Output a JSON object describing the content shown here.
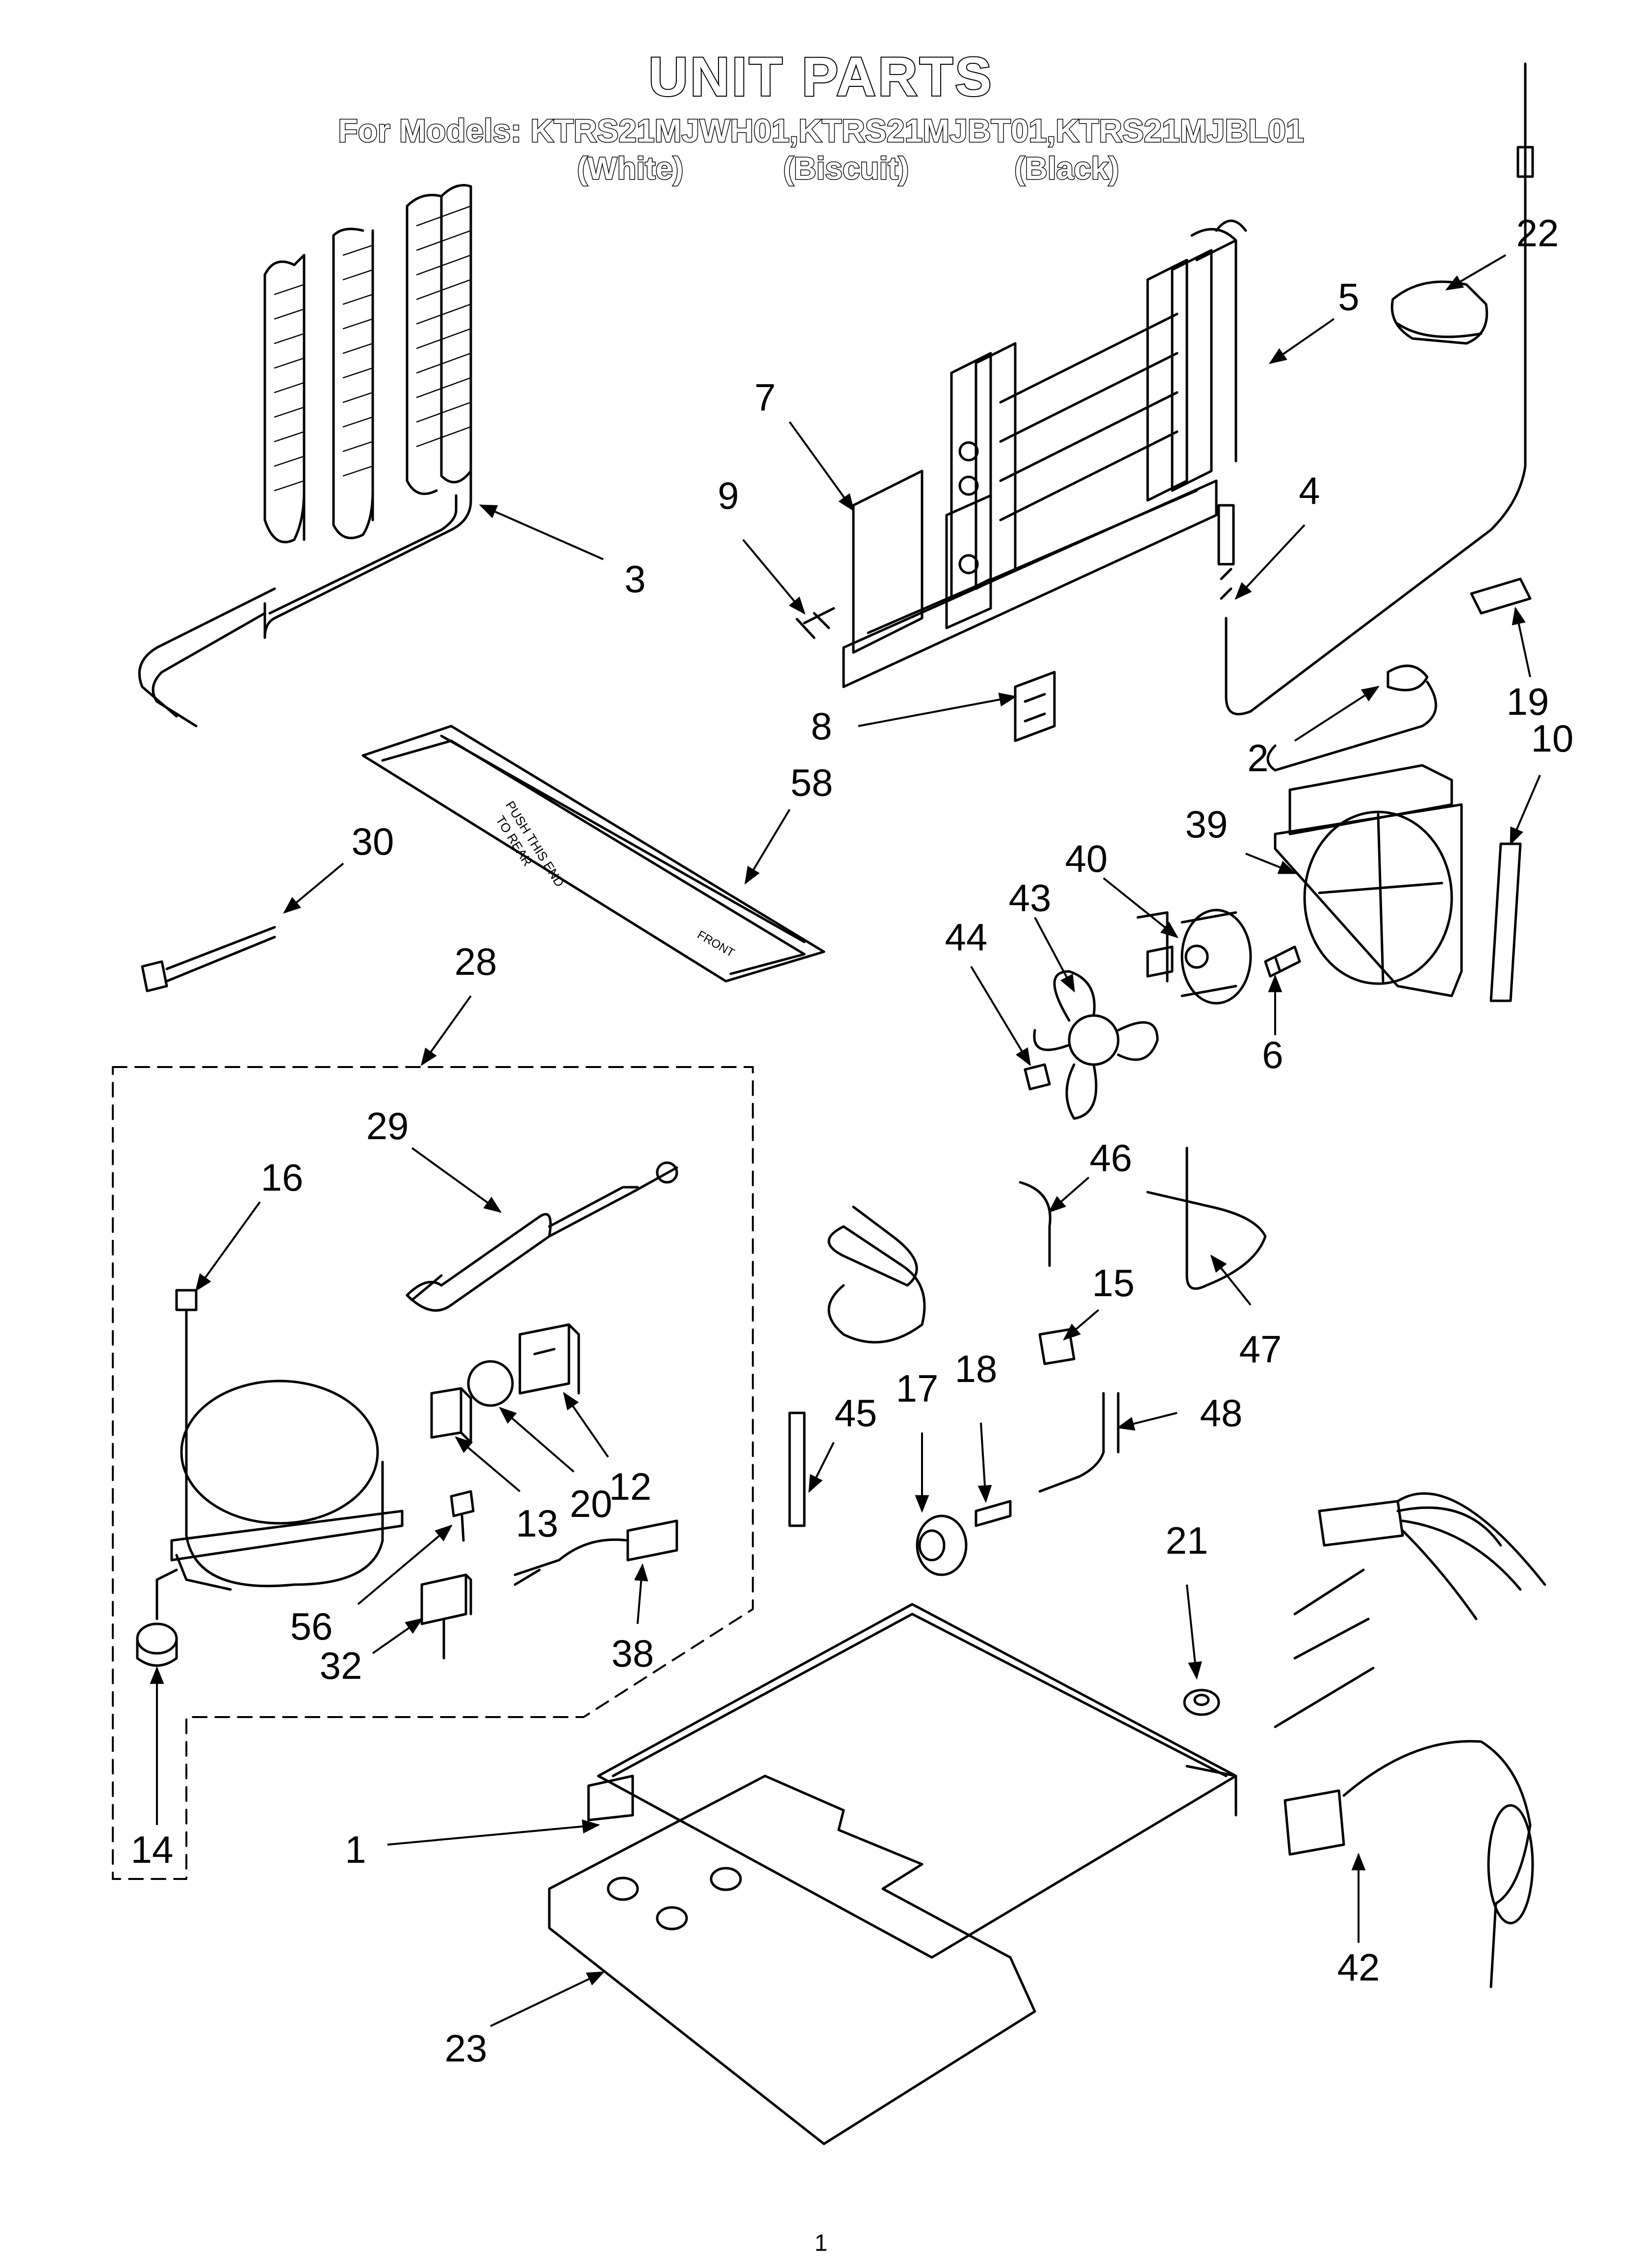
{
  "header": {
    "title": "UNIT PARTS",
    "models": "For Models: KTRS21MJWH01,KTRS21MJBT01,KTRS21MJBL01",
    "variants": [
      "(White)",
      "(Biscuit)",
      "(Black)"
    ]
  },
  "callouts": {
    "c1": "1",
    "c2": "2",
    "c3": "3",
    "c4": "4",
    "c5": "5",
    "c6": "6",
    "c7": "7",
    "c8": "8",
    "c9": "9",
    "c10": "10",
    "c12": "12",
    "c13": "13",
    "c14": "14",
    "c15": "15",
    "c16": "16",
    "c17": "17",
    "c18": "18",
    "c19": "19",
    "c20": "20",
    "c21": "21",
    "c22": "22",
    "c23": "23",
    "c28": "28",
    "c29": "29",
    "c30": "30",
    "c32": "32",
    "c38": "38",
    "c39": "39",
    "c40": "40",
    "c42": "42",
    "c43": "43",
    "c44": "44",
    "c45": "45",
    "c46": "46",
    "c47": "47",
    "c48": "48",
    "c56": "56",
    "c58": "58"
  },
  "labels": {
    "push_text": "PUSH THIS END",
    "push_text2": "TO REAR",
    "front_text": "FRONT"
  },
  "footer": "1"
}
